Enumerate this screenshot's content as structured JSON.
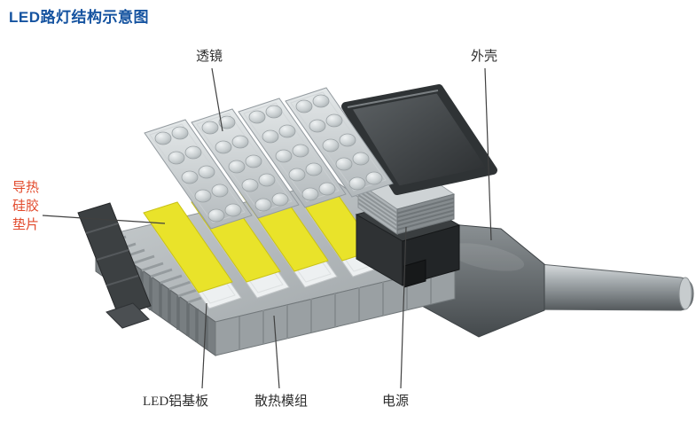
{
  "title": "LED路灯结构示意图",
  "labels": {
    "lens": "透镜",
    "housing": "外壳",
    "thermal_pad": [
      "导热",
      "硅胶",
      "垫片"
    ],
    "led_board": "LED铝基板",
    "cooling_module": "散热模组",
    "power": "电源"
  },
  "colors": {
    "title": "#1553a0",
    "label": "#2e2e2e",
    "thermal_label": "#e2492b",
    "leader": "#404040",
    "pad_yellow": "#e9e32a",
    "heatsink_gray": "#aeb4b7",
    "housing_dark": "#36393b"
  }
}
